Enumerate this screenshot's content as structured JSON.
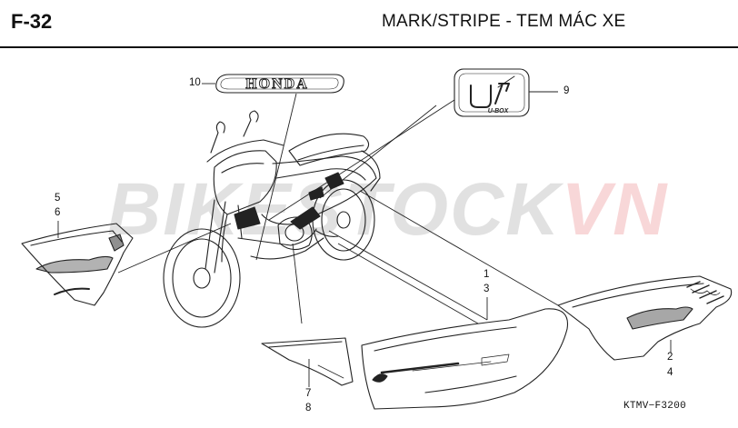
{
  "header": {
    "code": "F-32",
    "title": "MARK/STRIPE - TEM MÁC XE"
  },
  "watermark": {
    "part_a": "BIKESTOCK",
    "part_b": "VN",
    "color_a": "#555555",
    "color_b": "#d71920"
  },
  "emblems": {
    "honda": "HONDA",
    "wave": "U-BOX"
  },
  "callouts": {
    "c10": "10",
    "c9": "9",
    "c5": "5",
    "c6": "6",
    "c1": "1",
    "c3": "3",
    "c2": "2",
    "c4": "4",
    "c7": "7",
    "c8": "8"
  },
  "ref_code": "KTMV−F3200"
}
